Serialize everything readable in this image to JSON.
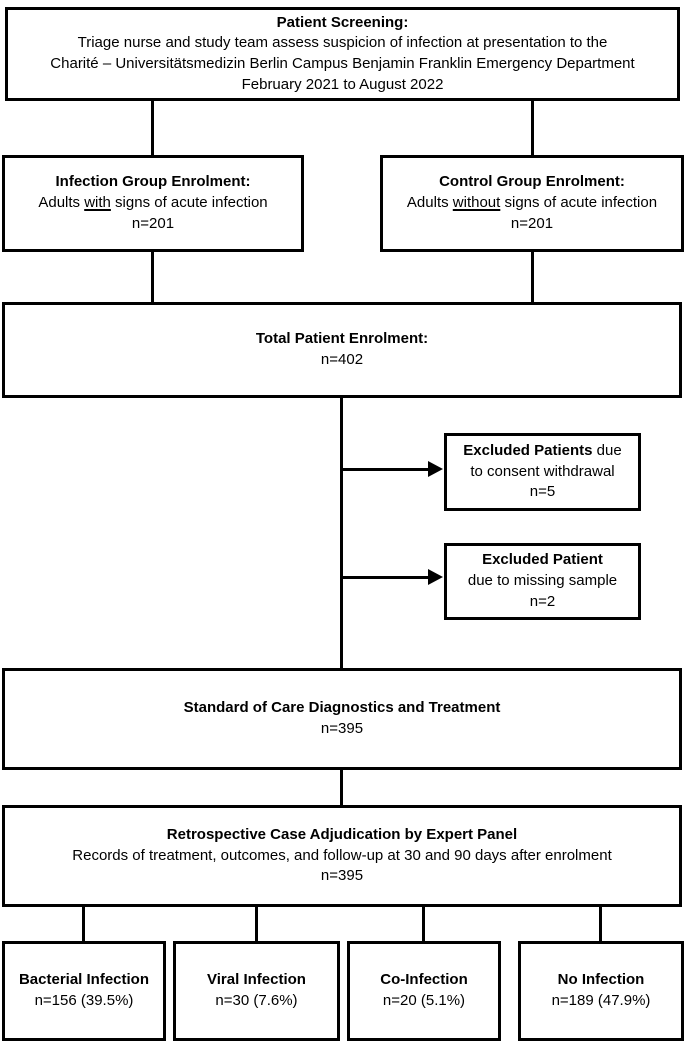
{
  "colors": {
    "line": "#000000",
    "background": "#ffffff",
    "text": "#000000"
  },
  "diagram": {
    "screening": {
      "title": "Patient Screening:",
      "lines": [
        "Triage nurse and study team assess suspicion of infection at presentation to the",
        "Charité – Universitätsmedizin Berlin Campus Benjamin Franklin Emergency Department",
        "February 2021 to August 2022"
      ]
    },
    "infection_group": {
      "title": "Infection Group Enrolment:",
      "desc_prefix": "Adults ",
      "desc_underlined": "with",
      "desc_suffix": " signs of acute infection",
      "n": "n=201"
    },
    "control_group": {
      "title": "Control Group Enrolment:",
      "desc_prefix": "Adults ",
      "desc_underlined": "without",
      "desc_suffix": " signs of acute infection",
      "n": "n=201"
    },
    "total": {
      "title": "Total Patient Enrolment:",
      "n": "n=402"
    },
    "excluded_withdrawal": {
      "title_bold": "Excluded Patients",
      "title_rest": " due",
      "line2": "to consent withdrawal",
      "n": "n=5"
    },
    "excluded_missing": {
      "title_bold": "Excluded Patient",
      "line2": "due to missing sample",
      "n": "n=2"
    },
    "standard_of_care": {
      "title": "Standard of Care Diagnostics and Treatment",
      "n": "n=395"
    },
    "adjudication": {
      "title": "Retrospective Case Adjudication by Expert Panel",
      "line2": "Records of treatment, outcomes, and follow-up at 30 and 90 days after enrolment",
      "n": "n=395"
    },
    "outcomes": [
      {
        "title": "Bacterial Infection",
        "n": "n=156 (39.5%)"
      },
      {
        "title": "Viral Infection",
        "n": "n=30 (7.6%)"
      },
      {
        "title": "Co-Infection",
        "n": "n=20 (5.1%)"
      },
      {
        "title": "No Infection",
        "n": "n=189 (47.9%)"
      }
    ]
  }
}
